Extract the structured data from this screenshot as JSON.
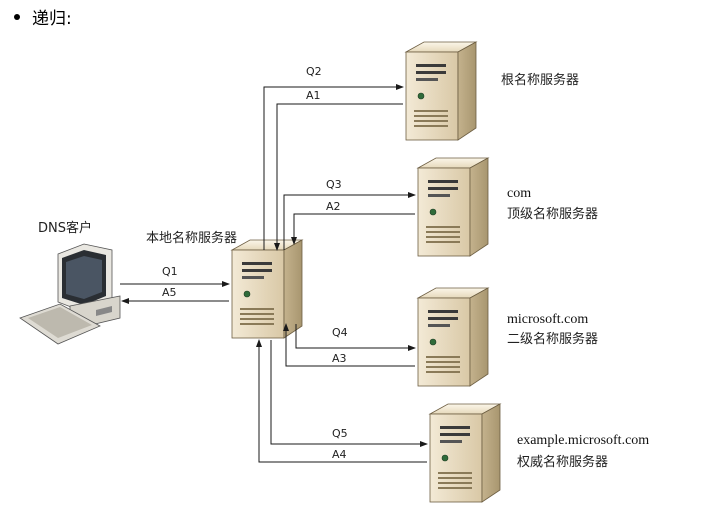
{
  "bullet": {
    "text": "递归:"
  },
  "client": {
    "label": "DNS客户"
  },
  "local_server": {
    "label": "本地名称服务器"
  },
  "servers": [
    {
      "line1": "根名称服务器",
      "line2": ""
    },
    {
      "line1": "com",
      "line2": "顶级名称服务器"
    },
    {
      "line1": "microsoft.com",
      "line2": "二级名称服务器"
    },
    {
      "line1": "example.microsoft.com",
      "line2": "权威名称服务器"
    }
  ],
  "arrows": {
    "q1": "Q1",
    "a5": "A5",
    "q2": "Q2",
    "a1": "A1",
    "q3": "Q3",
    "a2": "A2",
    "q4": "Q4",
    "a3": "A3",
    "q5": "Q5",
    "a4": "A4"
  },
  "colors": {
    "server_body": "#e8dcc0",
    "server_side": "#c9b795",
    "line": "#1a1a1a"
  }
}
